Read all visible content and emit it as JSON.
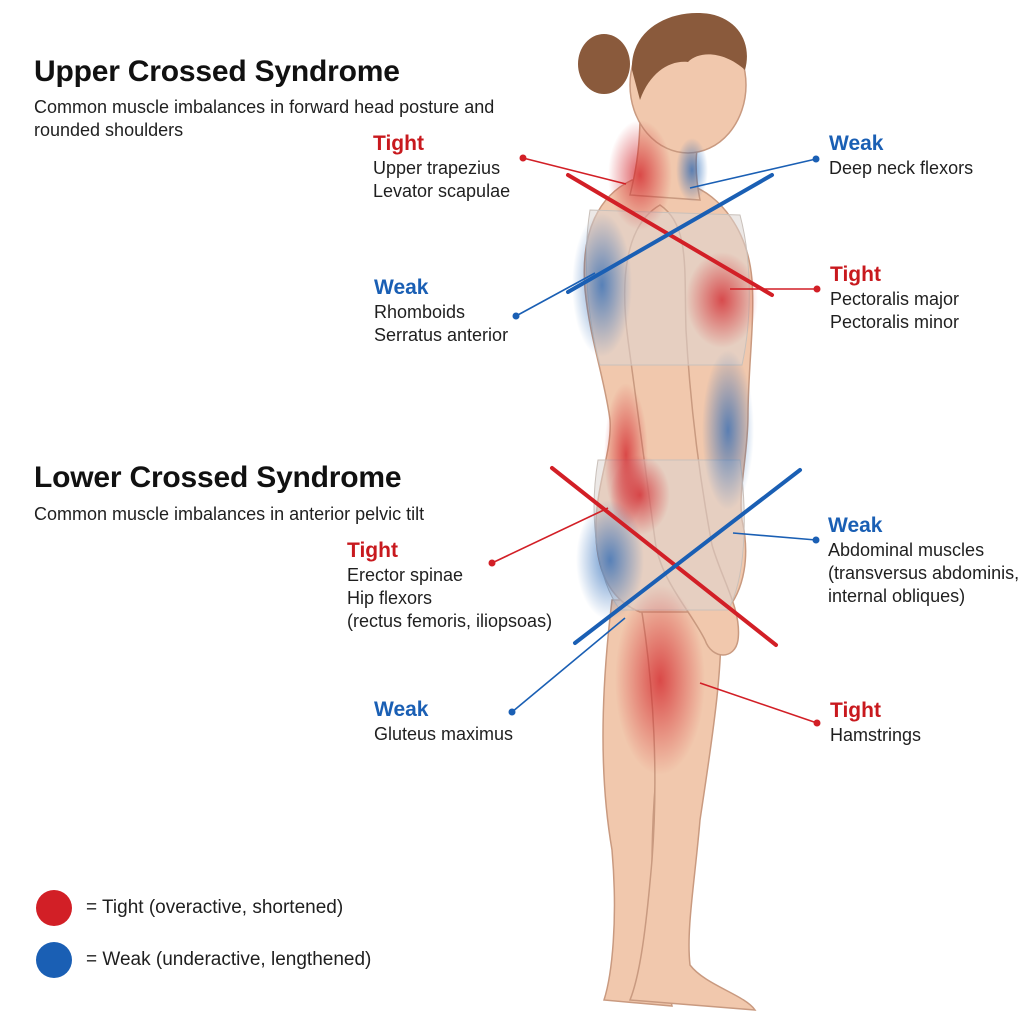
{
  "colors": {
    "tight": "#d21f26",
    "weak": "#1a5fb4"
  },
  "upper": {
    "title": "Upper Crossed Syndrome",
    "subtitle": "Common muscle imbalances in forward head posture and rounded shoulders"
  },
  "lower": {
    "title": "Lower Crossed Syndrome",
    "subtitle": "Common muscle imbalances in anterior pelvic tilt"
  },
  "labels": {
    "upper_traps": {
      "kind": "Tight",
      "lines": [
        "Upper trapezius",
        "Levator scapulae"
      ]
    },
    "deep_neck": {
      "kind": "Weak",
      "lines": [
        "Deep neck flexors"
      ]
    },
    "rhomboids": {
      "kind": "Weak",
      "lines": [
        "Rhomboids",
        "Serratus anterior"
      ]
    },
    "pecs": {
      "kind": "Tight",
      "lines": [
        "Pectoralis major",
        "Pectoralis minor"
      ]
    },
    "erector": {
      "kind": "Tight",
      "lines": [
        "Erector spinae",
        "Hip flexors",
        "(rectus femoris, iliopsoas)"
      ]
    },
    "abs": {
      "kind": "Weak",
      "lines": [
        "Abdominal muscles",
        "(transversus abdominis,",
        "internal obliques)"
      ]
    },
    "glutes": {
      "kind": "Weak",
      "lines": [
        "Gluteus maximus"
      ]
    },
    "hamstrings": {
      "kind": "Tight",
      "lines": [
        "Hamstrings"
      ]
    }
  },
  "legend": {
    "tight": "= Tight (overactive, shortened)",
    "weak": "= Weak (underactive, lengthened)"
  }
}
